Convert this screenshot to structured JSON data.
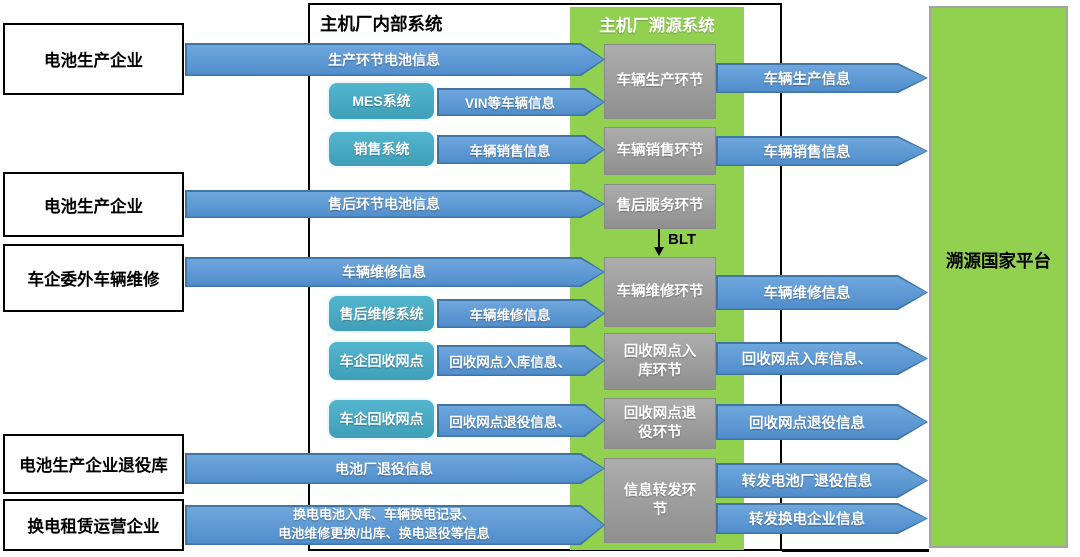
{
  "title_headers": {
    "internal_system": "主机厂内部系统",
    "trace_system": "主机厂溯源系统",
    "national_platform": "溯源国家平台"
  },
  "left_entities": [
    {
      "label": "电池生产企业"
    },
    {
      "label": "电池生产企业"
    },
    {
      "label": "车企委外车辆维修"
    },
    {
      "label": "电池生产企业退役库"
    },
    {
      "label": "换电租赁运营企业"
    }
  ],
  "long_arrows": [
    {
      "label": "生产环节电池信息"
    },
    {
      "label": "售后环节电池信息"
    },
    {
      "label": "车辆维修信息"
    },
    {
      "label": "电池厂退役信息"
    },
    {
      "label_line1": "换电电池入库、车辆换电记录、",
      "label_line2": "电池维修更换/出库、换电退役等信息"
    }
  ],
  "internal_subsystems": [
    {
      "label": "MES系统",
      "arrow": "VIN等车辆信息"
    },
    {
      "label": "销售系统",
      "arrow": "车辆销售信息"
    },
    {
      "label": "售后维修系统",
      "arrow": "车辆维修信息"
    },
    {
      "label": "车企回收网点",
      "arrow": "回收网点入库信息、"
    },
    {
      "label": "车企回收网点",
      "arrow": "回收网点退役信息、"
    }
  ],
  "trace_stages": [
    {
      "label": "车辆生产环节"
    },
    {
      "label": "车辆销售环节"
    },
    {
      "label": "售后服务环节"
    },
    {
      "label": "车辆维修环节"
    },
    {
      "label": "回收网点入\n库环节"
    },
    {
      "label": "回收网点退\n役环节"
    },
    {
      "label": "信息转发环\n节"
    }
  ],
  "blt_link": {
    "label": "BLT",
    "icon": "down-arrow-icon"
  },
  "output_arrows": [
    {
      "label": "车辆生产信息"
    },
    {
      "label": "车辆销售信息"
    },
    {
      "label": "车辆维修信息"
    },
    {
      "label": "回收网点入库信息、"
    },
    {
      "label": "回收网点退役信息"
    },
    {
      "label": "转发电池厂退役信息"
    },
    {
      "label": "转发换电企业信息"
    }
  ],
  "colors": {
    "arrow_blue": "#5B9BD5",
    "arrow_border_blue": "#3F74A3",
    "subsystem_teal": "#4BACC6",
    "trace_green": "#92D050",
    "stage_gray": "#9A9A9A",
    "text_white": "#FFFFFF",
    "text_black": "#000000"
  }
}
